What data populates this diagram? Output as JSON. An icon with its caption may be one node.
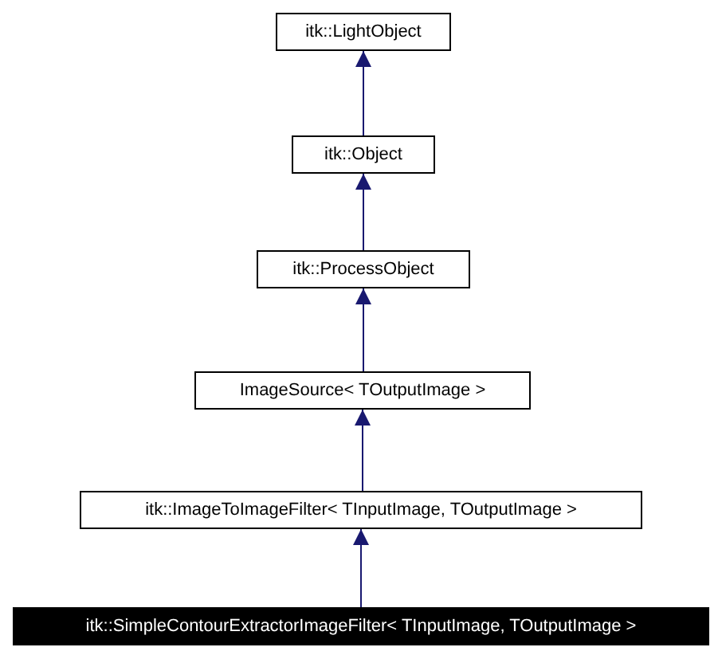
{
  "diagram": {
    "nodes": [
      {
        "text": [
          "itk::LightObject"
        ]
      },
      {
        "text": [
          "itk::Object"
        ]
      },
      {
        "text": [
          "itk::ProcessObject"
        ]
      },
      {
        "text": [
          "ImageSource< TOutputImage >"
        ]
      },
      {
        "text": [
          "itk::ImageToImageFilter< TInputImage, TOutputImage >"
        ]
      },
      {
        "text": [
          "itk::SimpleContourExtractorImageFilter< TInputImage, TOutputImage >"
        ]
      }
    ],
    "edges": [
      {
        "from": 1,
        "to": 0,
        "arrow": "to"
      },
      {
        "from": 2,
        "to": 1,
        "arrow": "to"
      },
      {
        "from": 3,
        "to": 2,
        "arrow": "to"
      },
      {
        "from": 4,
        "to": 3,
        "arrow": "to"
      },
      {
        "from": 5,
        "to": 4,
        "arrow": "to"
      }
    ]
  }
}
